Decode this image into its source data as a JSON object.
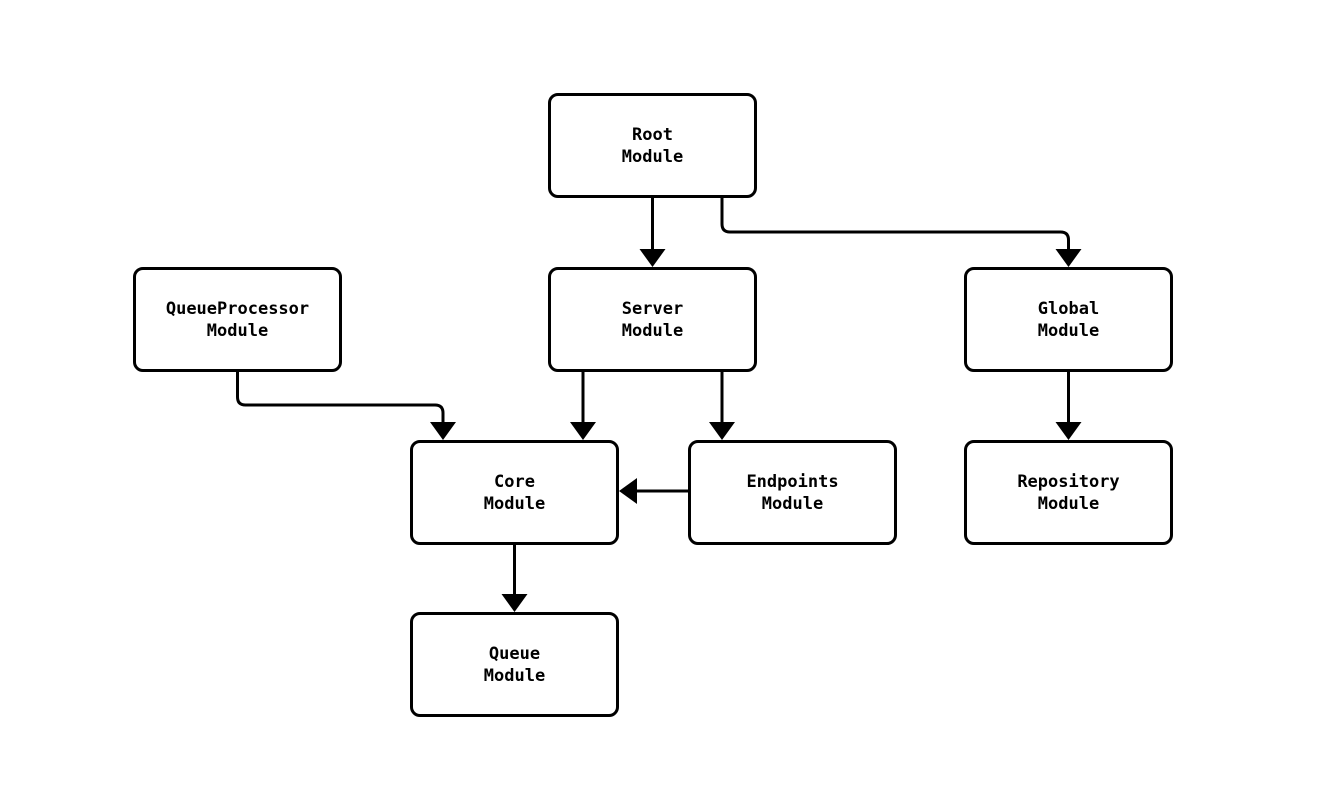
{
  "diagram": {
    "type": "flowchart",
    "background_color": "#ffffff",
    "stroke_color": "#000000",
    "text_color": "#000000",
    "node_fill_color": "#ffffff",
    "nodes": [
      {
        "id": "root",
        "lines": [
          "Root",
          "Module"
        ]
      },
      {
        "id": "queueprocessor",
        "lines": [
          "QueueProcessor",
          "Module"
        ]
      },
      {
        "id": "server",
        "lines": [
          "Server",
          "Module"
        ]
      },
      {
        "id": "global",
        "lines": [
          "Global",
          "Module"
        ]
      },
      {
        "id": "core",
        "lines": [
          "Core",
          "Module"
        ]
      },
      {
        "id": "endpoints",
        "lines": [
          "Endpoints",
          "Module"
        ]
      },
      {
        "id": "queue",
        "lines": [
          "Queue",
          "Module"
        ]
      },
      {
        "id": "repository",
        "lines": [
          "Repository",
          "Module"
        ]
      }
    ],
    "edges": [
      {
        "from": "root",
        "to": "server"
      },
      {
        "from": "root",
        "to": "global"
      },
      {
        "from": "queueprocessor",
        "to": "core"
      },
      {
        "from": "server",
        "to": "core"
      },
      {
        "from": "server",
        "to": "endpoints"
      },
      {
        "from": "endpoints",
        "to": "core"
      },
      {
        "from": "global",
        "to": "repository"
      },
      {
        "from": "core",
        "to": "queue"
      }
    ]
  }
}
